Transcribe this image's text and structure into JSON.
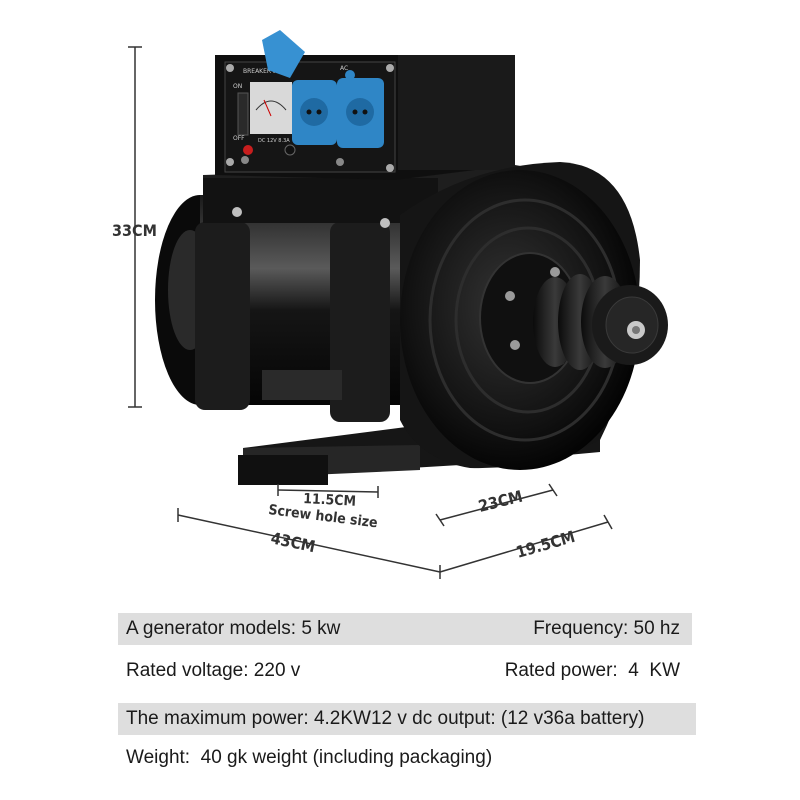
{
  "dimensions": {
    "height": "33CM",
    "screw_hole": "11.5CM",
    "screw_hole_caption": "Screw hole size",
    "depth": "23CM",
    "length": "43CM",
    "width": "19.5CM"
  },
  "panel_labels": {
    "breaker": "BREAKER",
    "volt": "VOLT",
    "ac": "AC",
    "on": "ON",
    "off": "OFF",
    "dc": "DC 12V 8.3A"
  },
  "specs": [
    {
      "left": "A generator models: 5 kw",
      "right": "Frequency: 50 hz"
    },
    {
      "left": "Rated voltage: 220 v",
      "right": "Rated power:  4  KW"
    },
    {
      "left": "The maximum power: 4.2KW12 v dc output: (12 v36a battery)"
    },
    {
      "left": "Weight:  40 gk weight (including packaging)"
    }
  ],
  "colors": {
    "socket": "#2f86c6",
    "body": "#111111",
    "row_shade": "#dedede"
  }
}
